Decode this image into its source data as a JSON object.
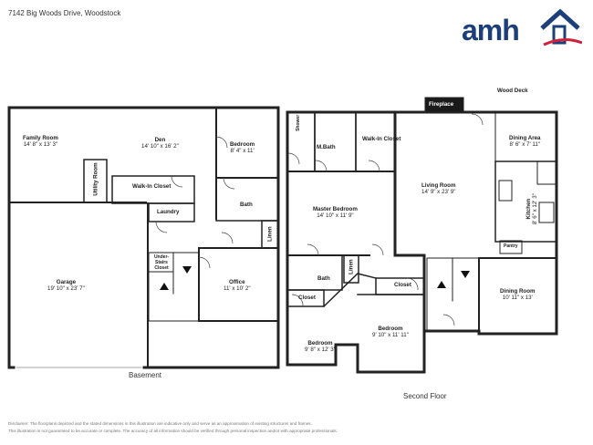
{
  "address": "7142 Big Woods Drive, Woodstock",
  "logo": {
    "text": "amh",
    "brand_color": "#1c3f7a",
    "accent_color": "#d0213c"
  },
  "floors": {
    "basement": "Basement",
    "second": "Second Floor"
  },
  "rooms": {
    "family_room": {
      "name": "Family Room",
      "dims": "14' 8\" x 13' 3\""
    },
    "den": {
      "name": "Den",
      "dims": "14' 10\" x 16' 2\""
    },
    "bedroom_bsmt": {
      "name": "Bedroom",
      "dims": "8' 4\" x 11'"
    },
    "utility_room": {
      "name": "Utility Room"
    },
    "walkin_closet_bsmt": {
      "name": "Walk-In Closet"
    },
    "bath_bsmt": {
      "name": "Bath"
    },
    "laundry": {
      "name": "Laundry"
    },
    "linen_bsmt": {
      "name": "Linen"
    },
    "garage": {
      "name": "Garage",
      "dims": "19' 10\" x 23' 7\""
    },
    "under_stairs": {
      "name": "Under-Stairs Closet"
    },
    "office": {
      "name": "Office",
      "dims": "11' x 10' 2\""
    },
    "shower": {
      "name": "Shower"
    },
    "mbath": {
      "name": "M.Bath"
    },
    "walkin_closet_2": {
      "name": "Walk-In Closet"
    },
    "master_bedroom": {
      "name": "Master Bedroom",
      "dims": "14' 10\" x 11' 9\""
    },
    "bath_2": {
      "name": "Bath"
    },
    "linen_2": {
      "name": "Linen"
    },
    "closet_a": {
      "name": "Closet"
    },
    "closet_b": {
      "name": "Closet"
    },
    "bedroom_a": {
      "name": "Bedroom",
      "dims": "9' 8\" x 12' 3\""
    },
    "bedroom_b": {
      "name": "Bedroom",
      "dims": "9' 10\" x 11' 11\""
    },
    "fireplace": {
      "name": "Fireplace"
    },
    "wood_deck": {
      "name": "Wood Deck"
    },
    "living_room": {
      "name": "Living Room",
      "dims": "14' 9\" x 23' 9\""
    },
    "dining_area": {
      "name": "Dining Area",
      "dims": "8' 6\" x 7' 11\""
    },
    "kitchen": {
      "name": "Kitchen",
      "dims": "8' 6\" x 12' 3\""
    },
    "pantry": {
      "name": "Pantry"
    },
    "dining_room": {
      "name": "Dining Room",
      "dims": "10' 11\" x 13'"
    }
  },
  "disclaimer": {
    "line1": "Disclaimer: The floorplans depicted and the stated dimensions in this illustration are indicative only and serve as an approximation of existing structures and frames.",
    "line2": "This illustration is not guaranteed to be accurate or complete. The accuracy of all information should be verified through personal inspection and/or with appropriate professionals."
  }
}
